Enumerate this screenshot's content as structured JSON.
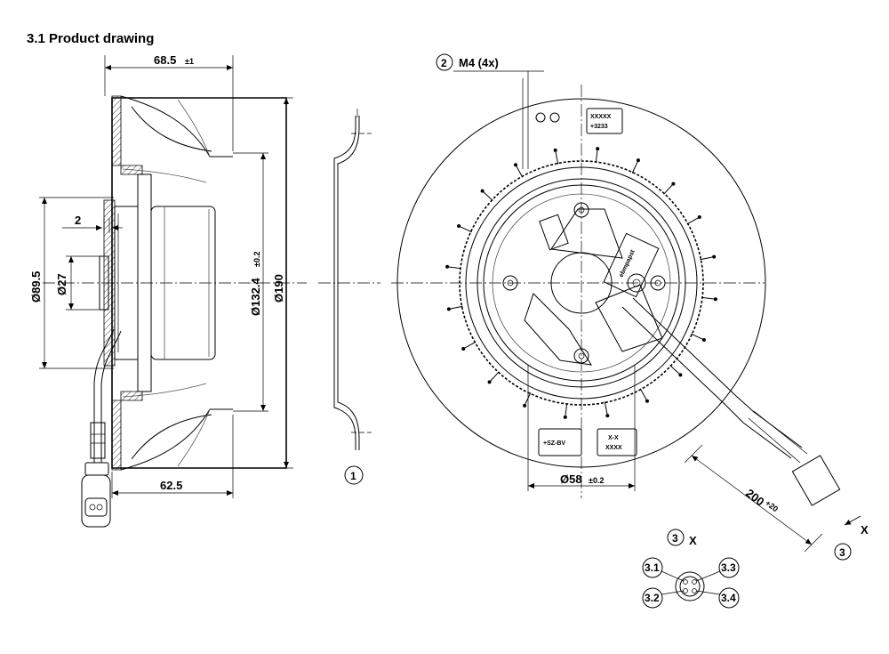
{
  "title": "3.1 Product drawing",
  "dimensions": {
    "width_total": "68.5",
    "width_total_tol": "±1",
    "depth": "62.5",
    "gap": "2",
    "dia_895": "Ø89.5",
    "dia_27": "Ø27",
    "dia_1324": "Ø132.4",
    "dia_1324_tol": "±0.2",
    "dia_190": "Ø190",
    "dia_58": "Ø58",
    "dia_58_tol": "±0.2",
    "cable_len": "200",
    "cable_len_tol": "+20"
  },
  "callouts": {
    "c1": "1",
    "c2": "2",
    "c2_text": "M4 (4x)",
    "c3": "3",
    "c3_view": "3",
    "view_x": "X",
    "section_x": "X"
  },
  "connector_pins": [
    "3.1",
    "3.2",
    "3.3",
    "3.4"
  ],
  "labels": {
    "label_top_1": "XXXXX",
    "label_top_2": "+3233",
    "label_bottom_left": "+SZ-BV",
    "label_bottom_right_1": "X-X",
    "label_bottom_right_2": "XXXX",
    "brand": "ebmpapst"
  }
}
